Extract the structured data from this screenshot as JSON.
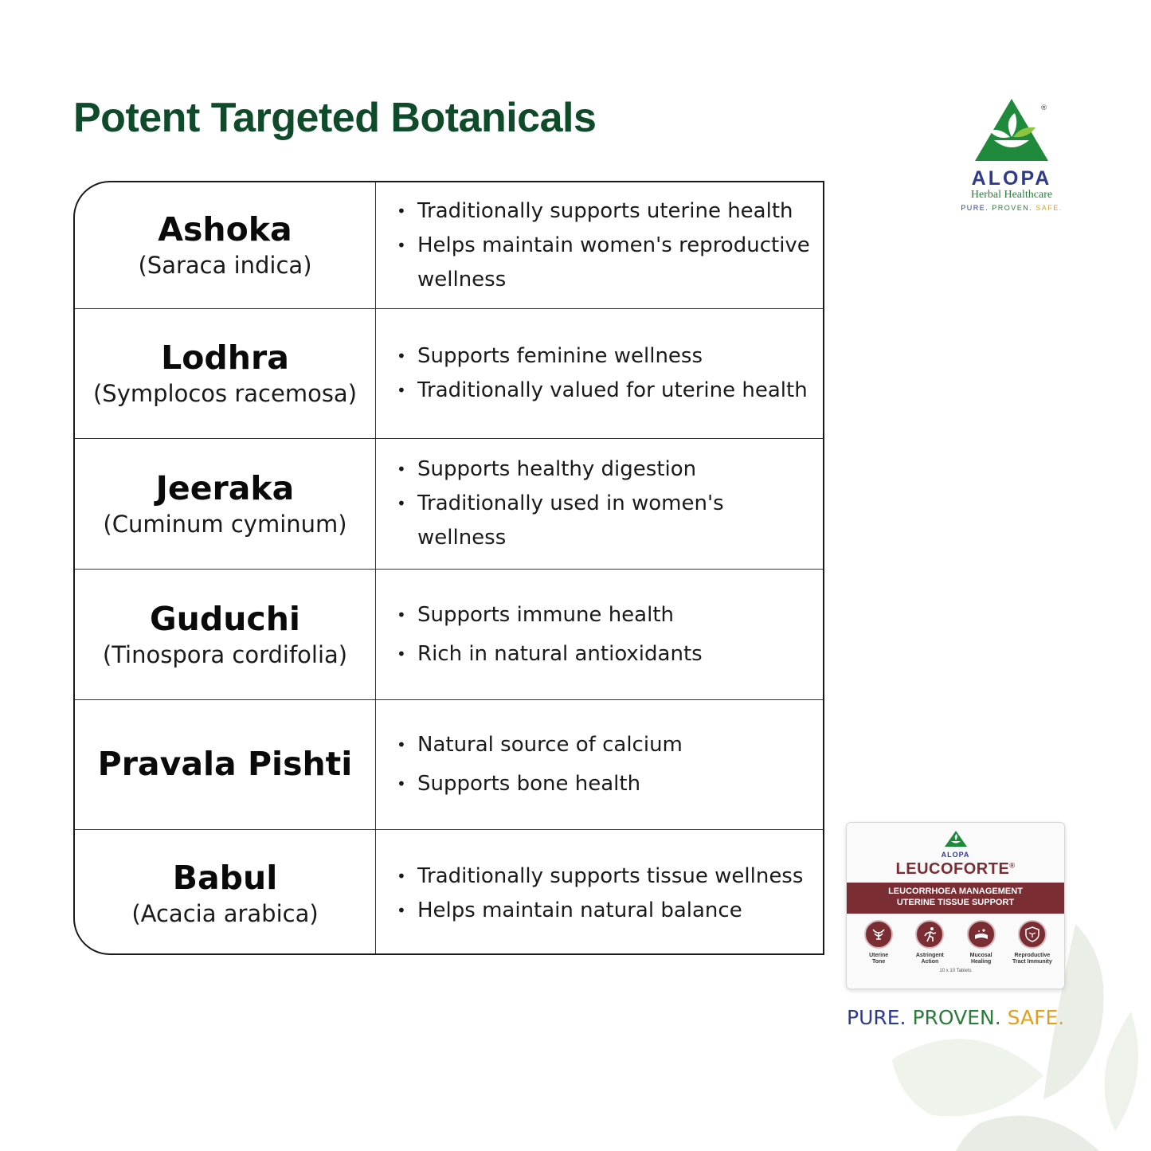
{
  "title": "Potent Targeted Botanicals",
  "brand": {
    "name": "ALOPA",
    "subtitle": "Herbal Healthcare",
    "tagline_parts": [
      "PURE.",
      "PROVEN.",
      "SAFE."
    ],
    "colors": {
      "pure": "#2e3a8c",
      "proven": "#2a7d3a",
      "safe": "#e0a020",
      "title": "#0f4a2a"
    }
  },
  "herbs": [
    {
      "name": "Ashoka",
      "latin": "(Saraca indica)",
      "benefits": [
        "Traditionally supports uterine health",
        "Helps maintain women's reproductive wellness"
      ]
    },
    {
      "name": "Lodhra",
      "latin": "(Symplocos racemosa)",
      "benefits": [
        "Supports feminine wellness",
        "Traditionally valued for uterine health"
      ]
    },
    {
      "name": "Jeeraka",
      "latin": "(Cuminum cyminum)",
      "benefits": [
        "Supports healthy digestion",
        "Traditionally used in women's wellness"
      ]
    },
    {
      "name": "Guduchi",
      "latin": "(Tinospora cordifolia)",
      "benefits": [
        "Supports immune health",
        "Rich in natural antioxidants"
      ]
    },
    {
      "name": "Pravala Pishti",
      "latin": "",
      "benefits": [
        "Natural source of calcium",
        "Supports bone health"
      ]
    },
    {
      "name": "Babul",
      "latin": "(Acacia arabica)",
      "benefits": [
        "Traditionally supports tissue wellness",
        "Helps maintain natural balance"
      ]
    }
  ],
  "product": {
    "brand": "ALOPA",
    "name": "LEUCOFORTE",
    "band_line1": "LEUCORRHOEA MANAGEMENT",
    "band_line2": "UTERINE TISSUE SUPPORT",
    "features": [
      {
        "l1": "Uterine",
        "l2": "Tone",
        "icon": "uterus-icon"
      },
      {
        "l1": "Astringent",
        "l2": "Action",
        "icon": "runner-icon"
      },
      {
        "l1": "Mucosal",
        "l2": "Healing",
        "icon": "tissue-icon"
      },
      {
        "l1": "Reproductive",
        "l2": "Tract Immunity",
        "icon": "shield-icon"
      }
    ],
    "count": "10 x 10 Tablets"
  },
  "bottom_tagline": [
    "PURE.",
    "PROVEN.",
    "SAFE."
  ]
}
